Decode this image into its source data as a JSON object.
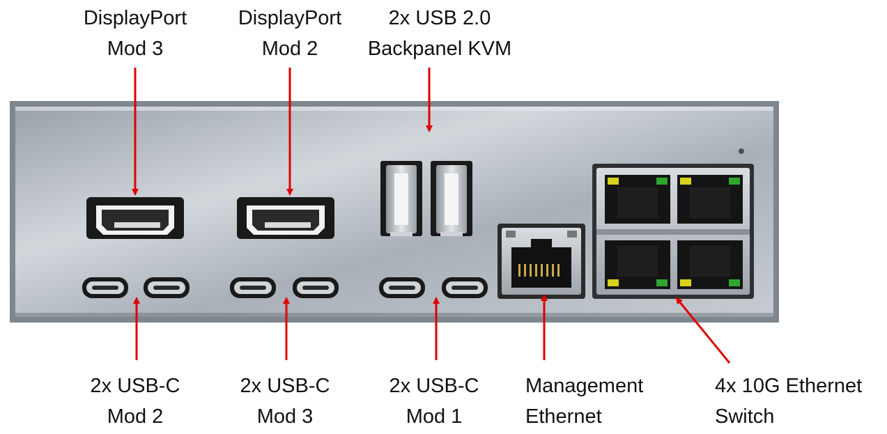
{
  "colors": {
    "arrow": "#e00000",
    "panel": "#b9bfc6",
    "port_dark": "#1a1a1a",
    "led_green": "#2fa52f",
    "led_yellow": "#d8d21c"
  },
  "labels": {
    "dp_mod3": {
      "line1": "DisplayPort",
      "line2": "Mod 3"
    },
    "dp_mod2": {
      "line1": "DisplayPort",
      "line2": "Mod 2"
    },
    "usb2_kvm": {
      "line1": "2x USB 2.0",
      "line2": "Backpanel KVM"
    },
    "usbc_mod2": {
      "line1": "2x USB-C",
      "line2": "Mod 2"
    },
    "usbc_mod3": {
      "line1": "2x USB-C",
      "line2": "Mod 3"
    },
    "usbc_mod1": {
      "line1": "2x USB-C",
      "line2": "Mod 1"
    },
    "mgmt_eth": {
      "line1": "Management",
      "line2": "Ethernet"
    },
    "eth_10g": {
      "line1": "4x 10G Ethernet",
      "line2": "Switch"
    }
  }
}
